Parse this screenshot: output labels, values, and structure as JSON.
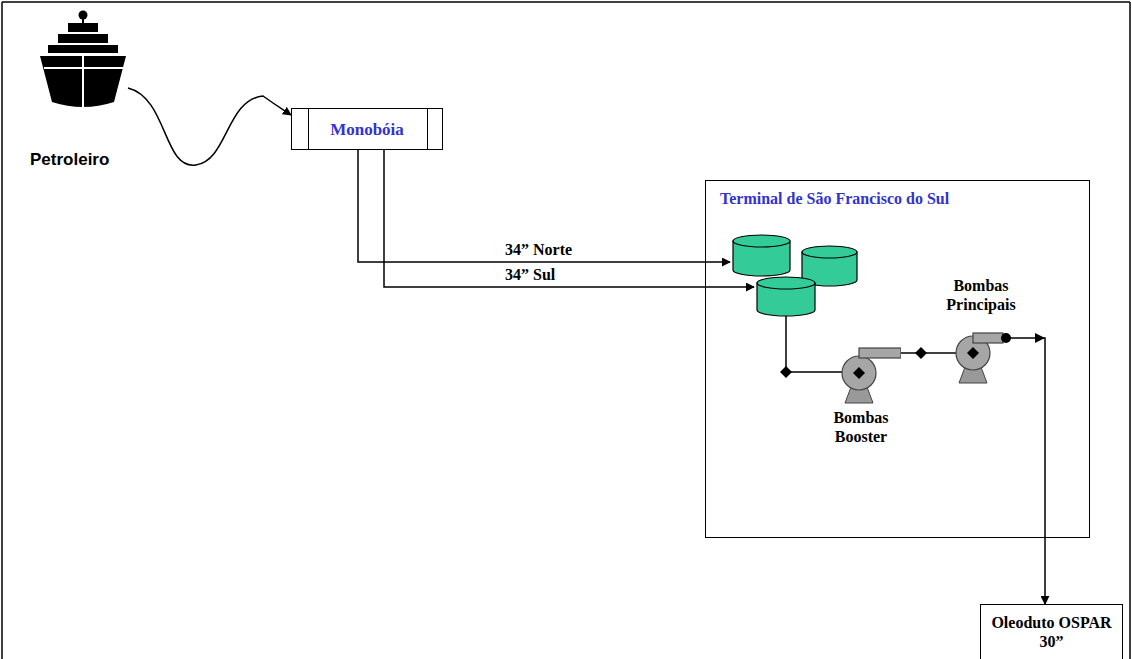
{
  "diagram": {
    "nodes": [
      {
        "text": [
          "Petroleiro"
        ]
      },
      {
        "text": [
          "Monobóia"
        ]
      },
      {
        "text": [
          "Terminal de São Francisco do Sul"
        ]
      },
      {
        "text": [
          "Bombas Booster"
        ],
        "in": 2
      },
      {
        "text": [
          "Bombas Principais"
        ],
        "in": 2
      },
      {
        "text": [
          "Oleoduto OSPAR 30”"
        ]
      }
    ],
    "edges": [
      {
        "from": 0,
        "to": 1,
        "arrow": "to"
      },
      {
        "from": 1,
        "to": 2,
        "label": "34” Norte",
        "arrow": "to"
      },
      {
        "from": 1,
        "to": 2,
        "label": "34” Sul",
        "arrow": "to"
      },
      {
        "from": 3,
        "to": 4,
        "arrow": "none"
      },
      {
        "from": 4,
        "to": 5,
        "arrow": "to"
      }
    ]
  }
}
